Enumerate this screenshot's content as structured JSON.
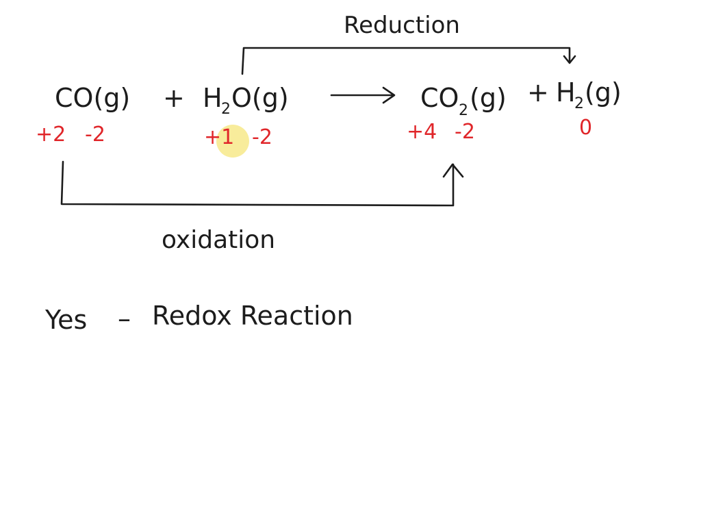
{
  "colors": {
    "ink": "#1c1c1c",
    "oxidation_state_ink": "#e0262a",
    "pointer_highlight": "#f7e98a",
    "background": "#ffffff"
  },
  "equation": {
    "co": "CO(g)",
    "plus_1": "+",
    "h2o_h": "H",
    "h2o_sub": "2",
    "h2o_rest": "O(g)",
    "co2_co": "CO",
    "co2_sub": "2",
    "co2_rest": "(g)",
    "plus_2": "+",
    "h2_h": "H",
    "h2_sub": "2",
    "h2_rest": "(g)"
  },
  "oxidation_states": {
    "co_c": "+2",
    "co_o": "-2",
    "h2o_h": "+1",
    "h2o_o": "-2",
    "co2_c": "+4",
    "co2_o": "-2",
    "h2": "0"
  },
  "labels": {
    "reduction": "Reduction",
    "oxidation": "oxidation",
    "answer_yes": "Yes",
    "answer_dash": "–",
    "answer_text": "Redox Reaction"
  }
}
